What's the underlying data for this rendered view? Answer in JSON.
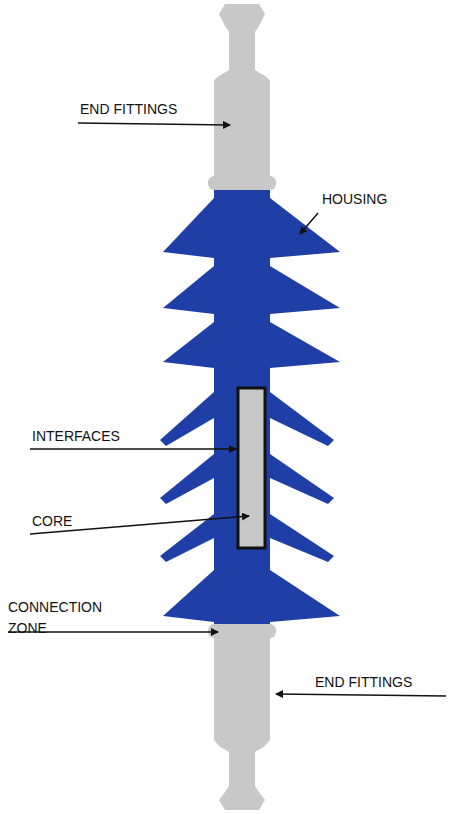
{
  "diagram": {
    "labels": [
      "END FITTINGS",
      "HOUSING",
      "INTERFACES",
      "CORE",
      "CONNECTION ZONE",
      "END FITTINGS"
    ]
  }
}
